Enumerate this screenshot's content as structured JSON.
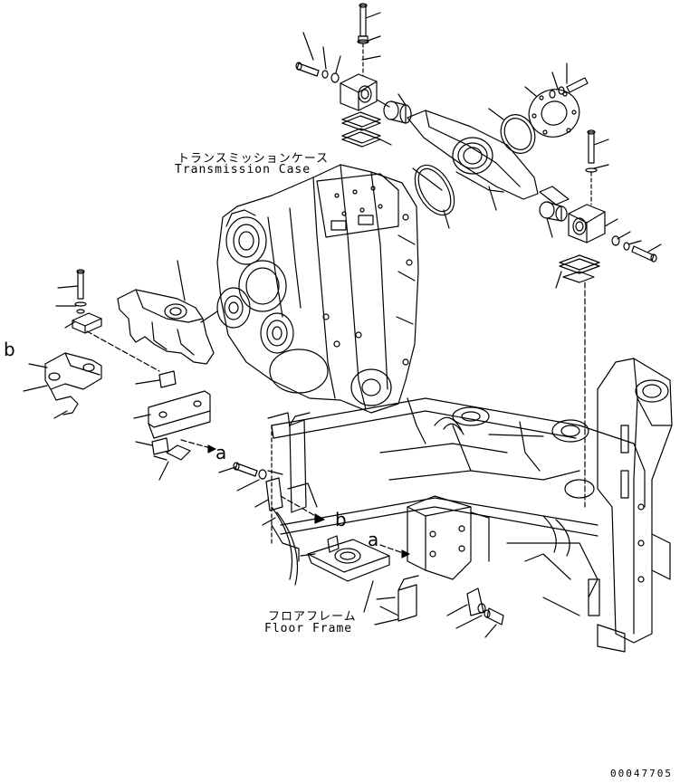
{
  "labels": {
    "transmission_case_jp": "トランスミッションケース",
    "transmission_case_en": "Transmission Case",
    "floor_frame_jp": "フロアフレーム",
    "floor_frame_en": "Floor Frame",
    "ref_b_left": "b",
    "ref_a_center": "a",
    "ref_b_center": "b",
    "ref_a_lower": "a",
    "drawing_number": "00047705"
  },
  "colors": {
    "line": "#000000",
    "background": "#ffffff"
  }
}
